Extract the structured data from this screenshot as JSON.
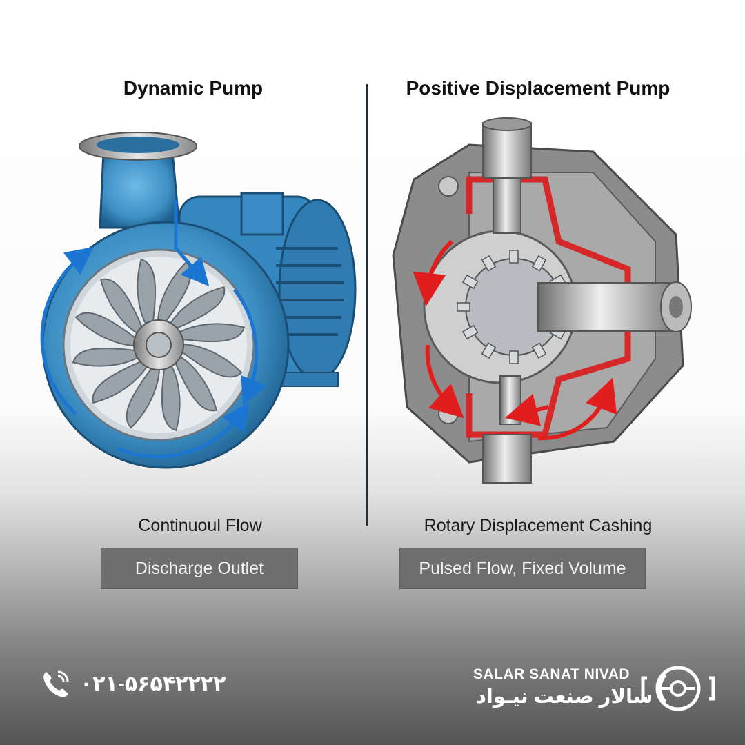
{
  "left_panel": {
    "title": "Dynamic Pump",
    "caption": "Continuoul Flow",
    "label_box": "Discharge Outlet",
    "colors": {
      "housing": "#3d8fc4",
      "housing_dark": "#1e5f8e",
      "flow_arrow": "#1a76d2",
      "impeller": "#9aa3aa"
    }
  },
  "right_panel": {
    "title": "Positive Displacement Pump",
    "caption": "Rotary Displacement Cashing",
    "label_box": "Pulsed Flow, Fixed Volume",
    "colors": {
      "casing": "#8c8c8c",
      "casing_dark": "#5a5a5a",
      "highlight": "#d62828",
      "gear": "#b8bcc0"
    }
  },
  "footer": {
    "phone_icon": "phone-ringing-icon",
    "phone": "۰۲۱-۵۶۵۴۲۲۲۲",
    "brand_name": "SALAR SANAT NIVAD",
    "brand_name_fa": "سالار صنعت نیـواد",
    "logo_icon": "gear-in-brackets-logo-icon"
  }
}
